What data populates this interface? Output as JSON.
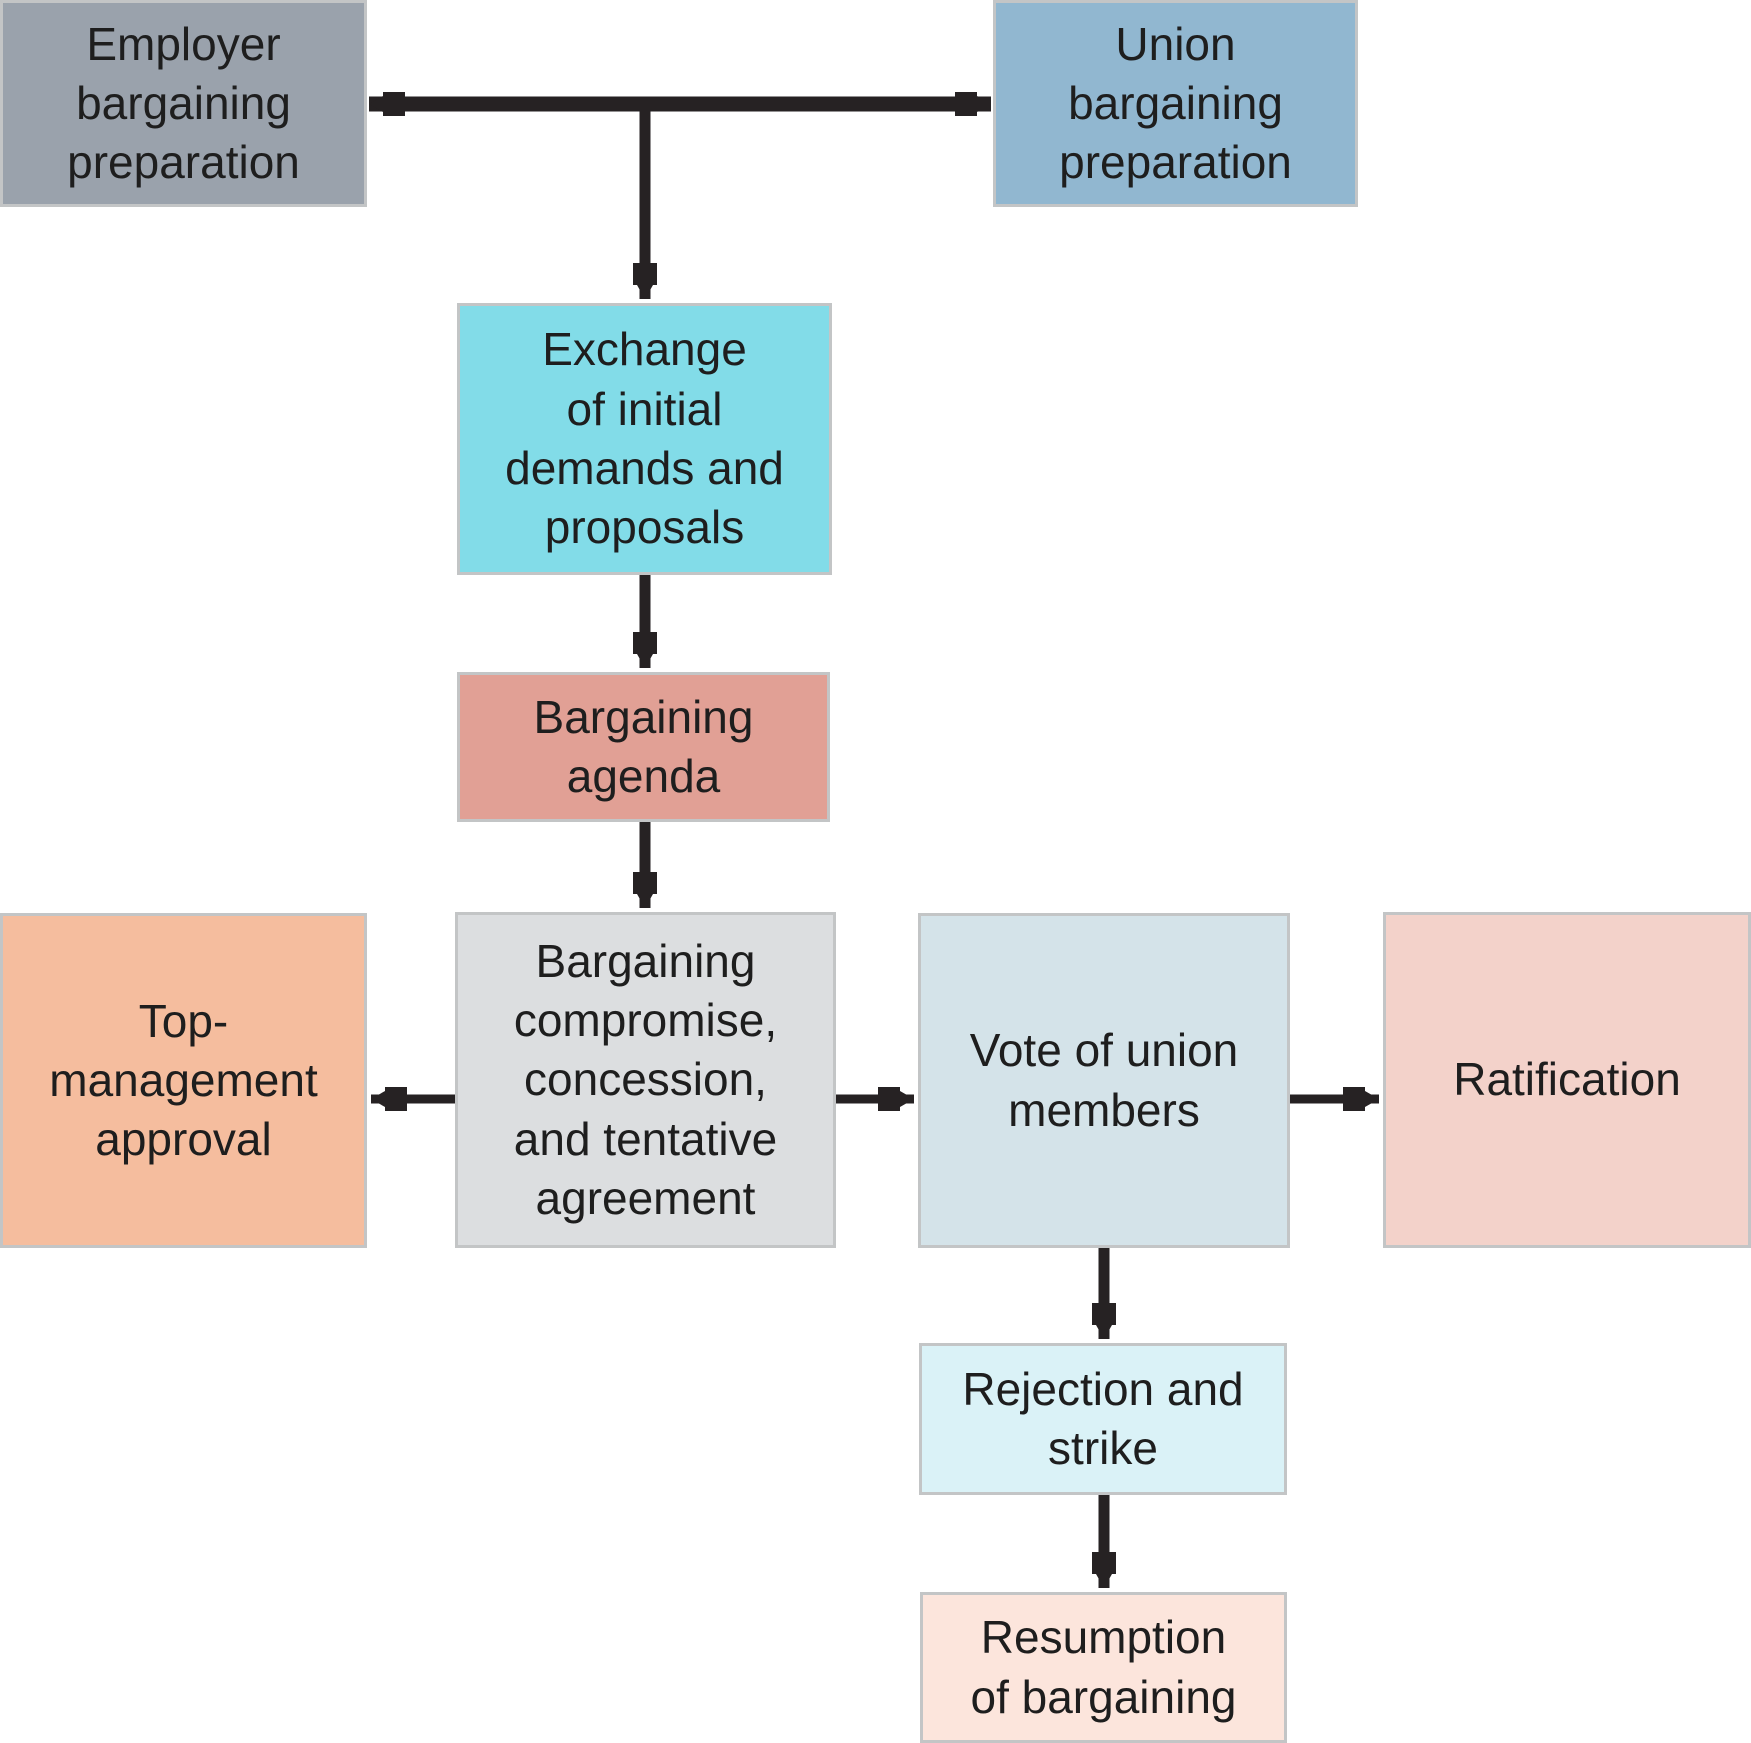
{
  "diagram": {
    "type": "flowchart",
    "background_color": "#ffffff",
    "text_color": "#1e1e1e",
    "connector_color": "#262223",
    "box_border_color": "#c3c5c6",
    "boxes": {
      "employer": {
        "label": "Employer\nbargaining\npreparation",
        "color": "#9aa2ac"
      },
      "union": {
        "label": "Union\nbargaining\npreparation",
        "color": "#91b7d0"
      },
      "exchange": {
        "label": "Exchange\nof initial\ndemands and\nproposals",
        "color": "#82dce8"
      },
      "agenda": {
        "label": "Bargaining\nagenda",
        "color": "#e1a095"
      },
      "compromise": {
        "label": "Bargaining\ncompromise,\nconcession,\nand tentative\nagreement",
        "color": "#dcdee0"
      },
      "top_management": {
        "label": "Top-\nmanagement\napproval",
        "color": "#f5bd9e"
      },
      "vote": {
        "label": "Vote of union\nmembers",
        "color": "#d4e3e9"
      },
      "ratification": {
        "label": "Ratification",
        "color": "#f3d2ca"
      },
      "rejection": {
        "label": "Rejection and\nstrike",
        "color": "#daf2f7"
      },
      "resumption": {
        "label": "Resumption\nof bargaining",
        "color": "#fce5dc"
      }
    },
    "edges": [
      {
        "between": [
          "employer",
          "union"
        ],
        "arrows": "both-ends"
      },
      {
        "from": "employer_union_junction",
        "to": "exchange"
      },
      {
        "from": "exchange",
        "to": "agenda"
      },
      {
        "from": "agenda",
        "to": "compromise"
      },
      {
        "from": "compromise",
        "to": "top_management"
      },
      {
        "from": "compromise",
        "to": "vote"
      },
      {
        "from": "vote",
        "to": "ratification"
      },
      {
        "from": "vote",
        "to": "rejection"
      },
      {
        "from": "rejection",
        "to": "resumption"
      }
    ]
  }
}
